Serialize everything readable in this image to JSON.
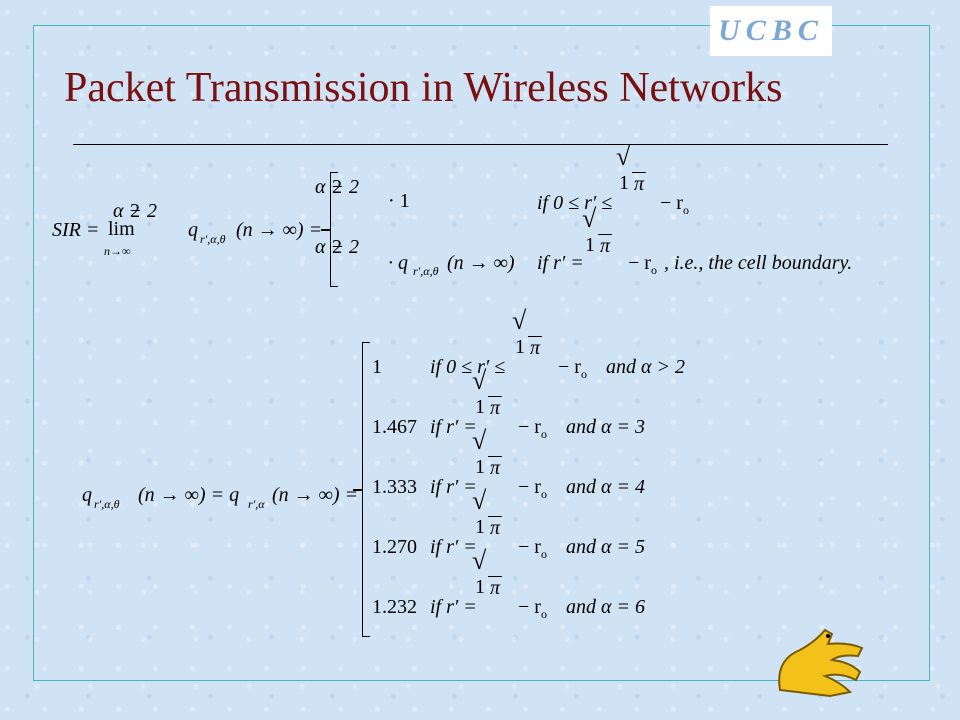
{
  "logo": {
    "text": "UCBC"
  },
  "slide": {
    "title": "Packet Transmission in Wireless Networks"
  },
  "eq1": {
    "lhs": "SIR",
    "lim": "lim",
    "lim_sub": "n→∞",
    "num": "α − 2",
    "den": "2",
    "q": "q",
    "q_sub": "r′,α,θ",
    "arg": "(n → ∞) =",
    "case1_expr_tail": "· 1",
    "case1_cond": "if  0 ≤ r′ ≤",
    "case1_one": "1",
    "case1_pi": "π",
    "case1_ro": "− r",
    "case1_ro_sub": "o",
    "case2_expr_tail": "· q",
    "case2_q_sub": "r′,α,θ",
    "case2_arg": "(n → ∞)",
    "case2_cond": "if  r′ =",
    "case2_one": "1",
    "case2_pi": "π",
    "case2_tail": "− r",
    "case2_tail_sub": "o",
    "case2_text": ", i.e., the cell boundary."
  },
  "eq2": {
    "lhs_q": "q",
    "lhs_sub": "r′,α,θ",
    "lhs_arg": "(n → ∞) = q",
    "rhs_sub": "r′,α",
    "rhs_arg": "(n → ∞) =",
    "cases": [
      {
        "value": "1",
        "cond": "if  0 ≤ r′ ≤",
        "one": "1",
        "pi": "π",
        "ro": "− r",
        "ro_sub": "o",
        "tail": "and  α > 2"
      },
      {
        "value": "1.467",
        "cond": "if  r′ =",
        "one": "1",
        "pi": "π",
        "ro": "− r",
        "ro_sub": "o",
        "tail": "and  α = 3"
      },
      {
        "value": "1.333",
        "cond": "if  r′ =",
        "one": "1",
        "pi": "π",
        "ro": "− r",
        "ro_sub": "o",
        "tail": "and  α = 4"
      },
      {
        "value": "1.270",
        "cond": "if  r′ =",
        "one": "1",
        "pi": "π",
        "ro": "− r",
        "ro_sub": "o",
        "tail": "and  α = 5"
      },
      {
        "value": "1.232",
        "cond": "if  r′ =",
        "one": "1",
        "pi": "π",
        "ro": "− r",
        "ro_sub": "o",
        "tail": "and  α = 6"
      }
    ]
  },
  "colors": {
    "title": "#7a1010",
    "background": "#cfe3f5",
    "frame": "#49b6c8",
    "logo_text": "#7aa7d8",
    "mascot": "#f2c21b"
  }
}
